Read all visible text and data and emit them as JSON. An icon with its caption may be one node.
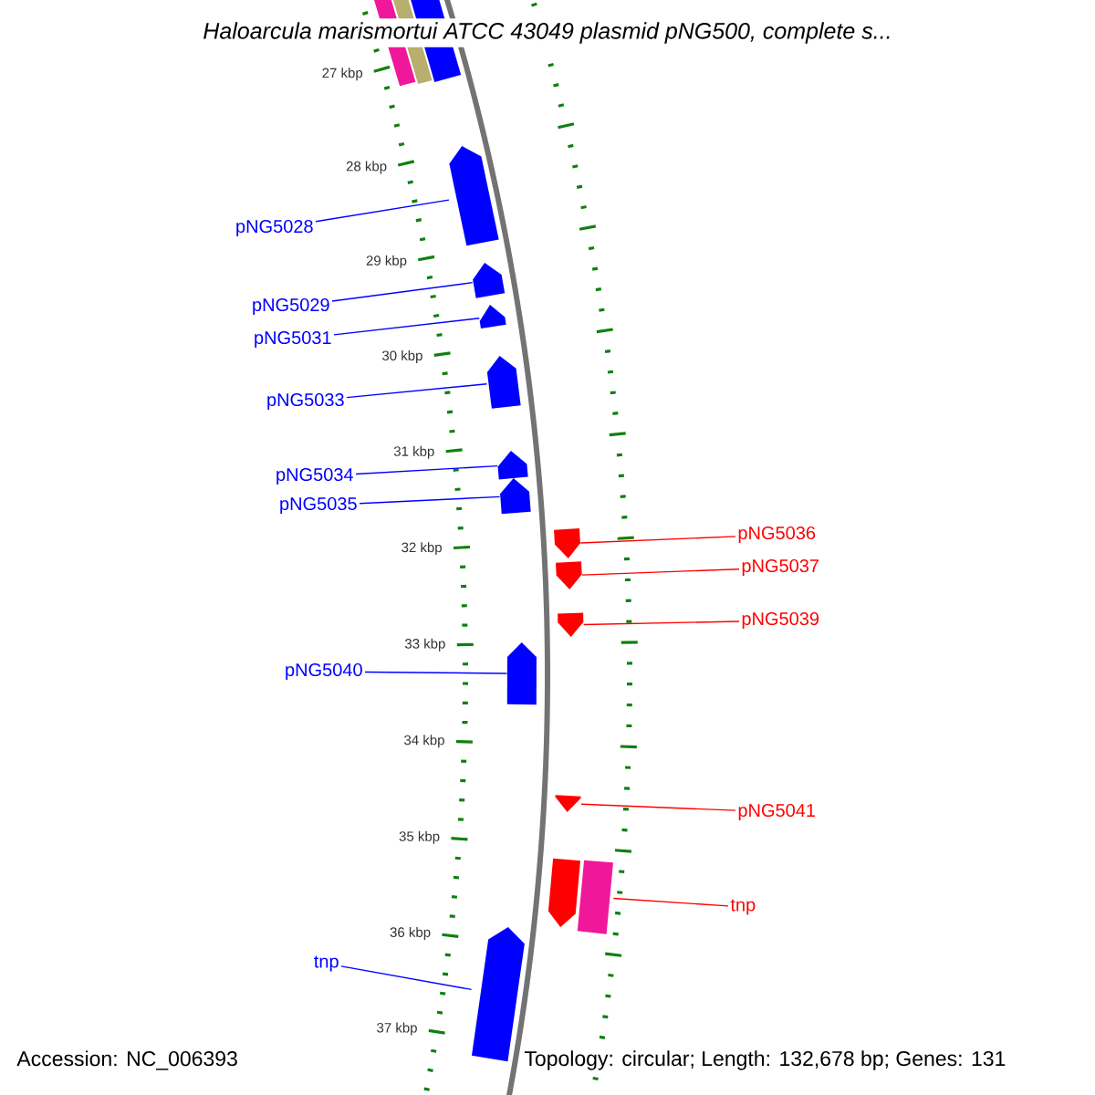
{
  "diagram": {
    "title": "Haloarcula marismortui ATCC 43049 plasmid pNG500, complete s...",
    "nodes": [
      {
        "text": [],
        "shape": "box"
      },
      {
        "text": [],
        "shape": "box"
      },
      {
        "text": [],
        "shape": "box"
      },
      {
        "text": [
          "pNG5028"
        ]
      },
      {
        "text": [],
        "shape": "box"
      },
      {
        "text": [
          "pNG5029"
        ]
      },
      {
        "text": [],
        "shape": "box"
      },
      {
        "text": [
          "pNG5031"
        ]
      },
      {
        "text": [],
        "shape": "box"
      },
      {
        "text": [
          "pNG5033"
        ]
      },
      {
        "text": [],
        "shape": "box"
      },
      {
        "text": [
          "pNG5034"
        ]
      },
      {
        "text": [],
        "shape": "box"
      },
      {
        "text": [
          "pNG5035"
        ]
      },
      {
        "text": [],
        "shape": "box"
      },
      {
        "text": [
          "pNG5036"
        ]
      },
      {
        "text": [],
        "shape": "box"
      },
      {
        "text": [
          "pNG5037"
        ]
      },
      {
        "text": [],
        "shape": "box"
      },
      {
        "text": [
          "pNG5039"
        ]
      },
      {
        "text": [],
        "shape": "box"
      },
      {
        "text": [
          "pNG5040"
        ]
      },
      {
        "text": [],
        "shape": "box"
      },
      {
        "text": [
          "pNG5041"
        ]
      },
      {
        "text": [],
        "shape": "box"
      },
      {
        "text": [],
        "shape": "box"
      },
      {
        "text": [],
        "shape": "box"
      },
      {
        "text": [
          "tnp"
        ]
      },
      {
        "text": [
          "tnp"
        ]
      },
      {
        "text": [],
        "shape": "box"
      }
    ],
    "edges": [
      {
        "from": 3,
        "to": 4,
        "arrow": "none"
      },
      {
        "from": 5,
        "to": 6,
        "arrow": "none"
      },
      {
        "from": 7,
        "to": 8,
        "arrow": "none"
      },
      {
        "from": 9,
        "to": 10,
        "arrow": "none"
      },
      {
        "from": 11,
        "to": 12,
        "arrow": "none"
      },
      {
        "from": 13,
        "to": 14,
        "arrow": "none"
      },
      {
        "from": 15,
        "to": 16,
        "arrow": "none",
        "color": "#ff0000"
      },
      {
        "from": 17,
        "to": 18,
        "arrow": "none",
        "color": "#ff0000"
      },
      {
        "from": 19,
        "to": 20,
        "arrow": "none",
        "color": "#ff0000"
      },
      {
        "from": 21,
        "to": 22,
        "arrow": "none"
      },
      {
        "from": 23,
        "to": 24,
        "arrow": "none",
        "color": "#ff0000"
      },
      {
        "from": 27,
        "to": 26,
        "arrow": "none",
        "color": "#ff0000"
      },
      {
        "from": 28,
        "to": 29,
        "arrow": "none"
      }
    ],
    "labels": [
      "27 kbp",
      "28 kbp",
      "29 kbp",
      "30 kbp",
      "31 kbp",
      "32 kbp",
      "33 kbp",
      "34 kbp",
      "35 kbp",
      "36 kbp",
      "37 kbp",
      "Accession: NC_006393",
      "Topology: circular; Length: 132,678 bp; Genes: 131"
    ]
  }
}
